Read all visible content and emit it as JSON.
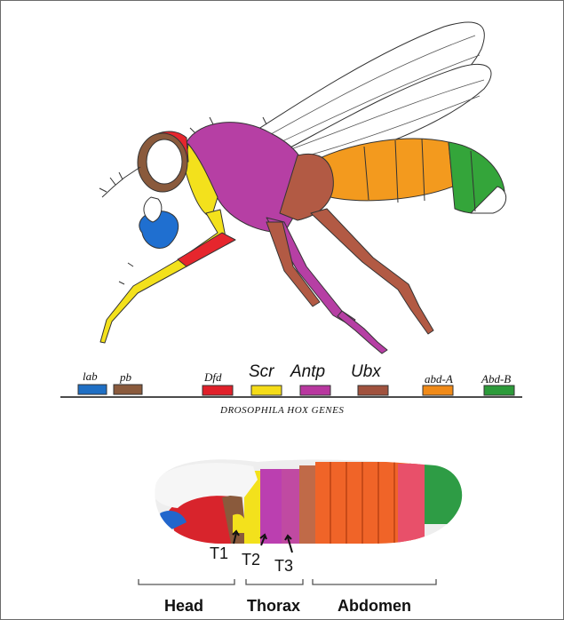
{
  "genes": [
    {
      "label": "lab",
      "color": "#1f6fc4",
      "style": "small"
    },
    {
      "label": "pb",
      "color": "#8a5a3c",
      "style": "small"
    },
    {
      "label": "Dfd",
      "color": "#e0202a",
      "style": "small"
    },
    {
      "label": "Scr",
      "color": "#f5dc18",
      "style": "big"
    },
    {
      "label": "Antp",
      "color": "#b8379f",
      "style": "big"
    },
    {
      "label": "Ubx",
      "color": "#a0523e",
      "style": "big"
    },
    {
      "label": "abd-A",
      "color": "#f08a18",
      "style": "small"
    },
    {
      "label": "Abd-B",
      "color": "#2c9a3a",
      "style": "small"
    }
  ],
  "caption": "DROSOPHILA HOX GENES",
  "segments": {
    "t1": "T1",
    "t2": "T2",
    "t3": "T3"
  },
  "regions": {
    "head": "Head",
    "thorax": "Thorax",
    "abdomen": "Abdomen"
  }
}
